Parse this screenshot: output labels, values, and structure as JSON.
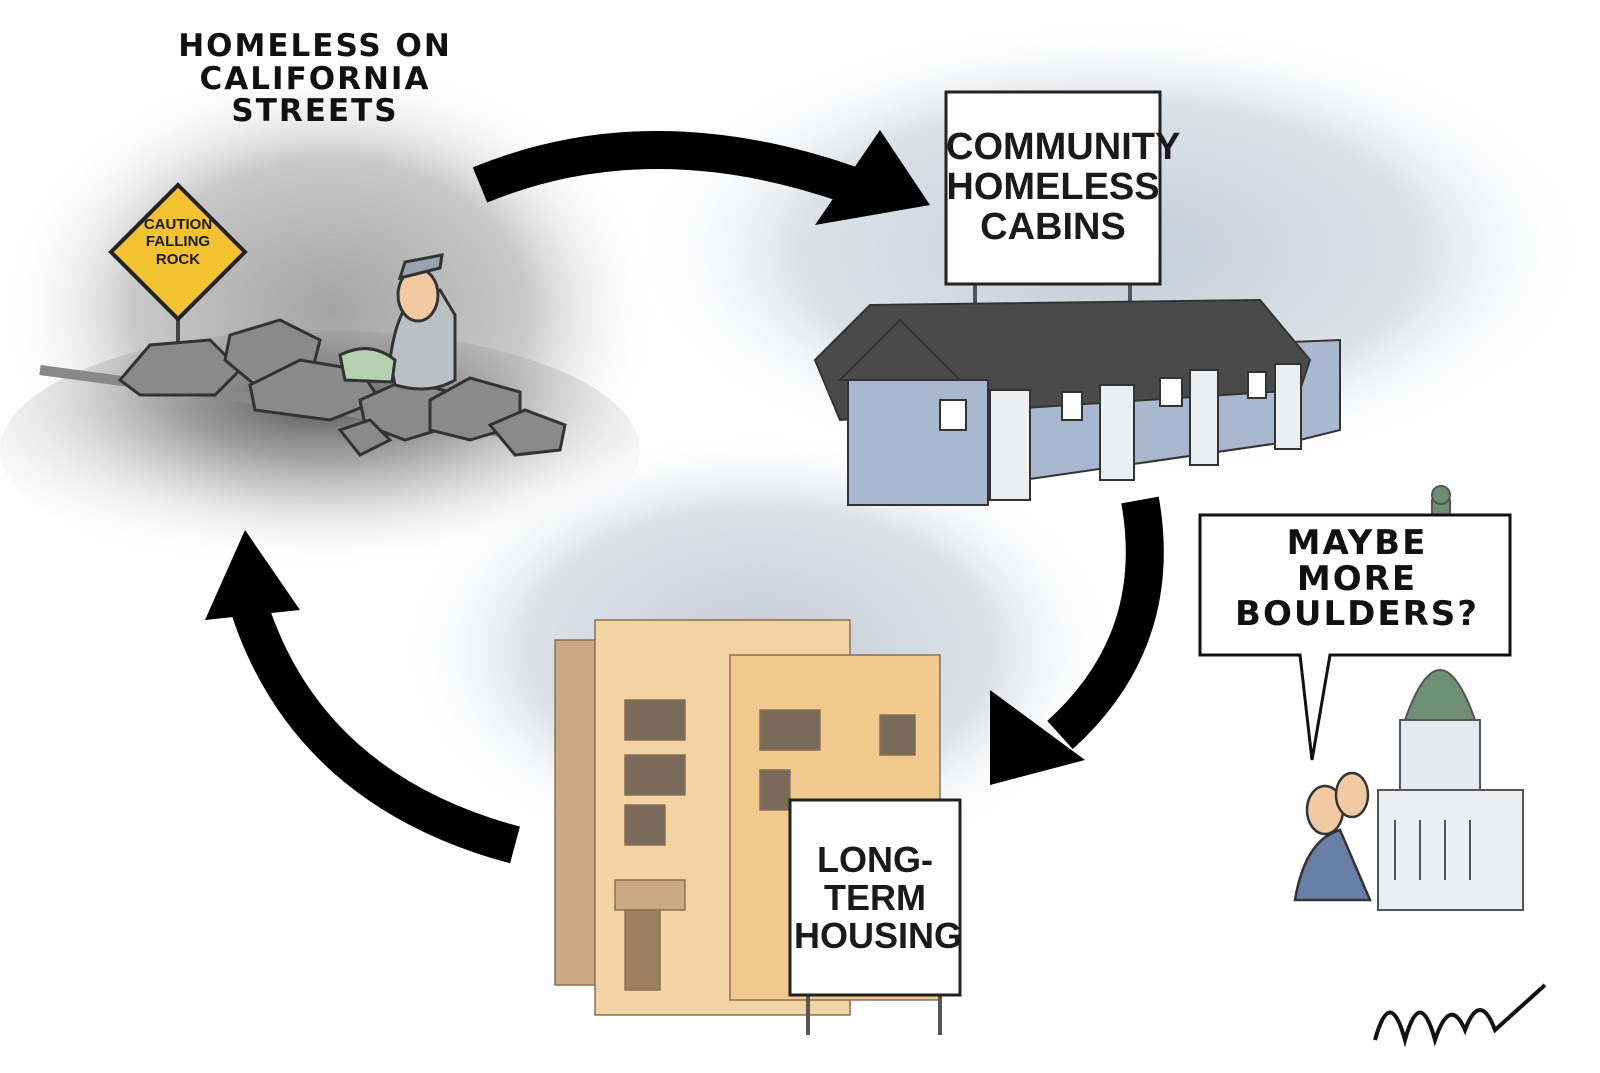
{
  "caption": {
    "line1": "HOMELESS ON",
    "line2": "CALIFORNIA",
    "line3": "STREETS"
  },
  "caution_sign": {
    "line1": "CAUTION",
    "line2": "FALLING",
    "line3": "ROCK",
    "color": "#f2c230"
  },
  "cabins_sign": {
    "line1": "COMMUNITY",
    "line2": "HOMELESS",
    "line3": "CABINS"
  },
  "housing_sign": {
    "line1": "LONG-",
    "line2": "TERM",
    "line3": "HOUSING"
  },
  "speech_bubble": {
    "line1": "MAYBE",
    "line2": "MORE",
    "line3": "BOULDERS?"
  },
  "signature": "Meyer",
  "colors": {
    "arrow": "#000000",
    "cabin_siding": "#a9b8cf",
    "cabin_roof": "#4a4a4a",
    "building_main": "#f3d3a4",
    "building_side": "#c9a983",
    "dome": "#6f8f74",
    "cloud": "#b9c2cc"
  }
}
